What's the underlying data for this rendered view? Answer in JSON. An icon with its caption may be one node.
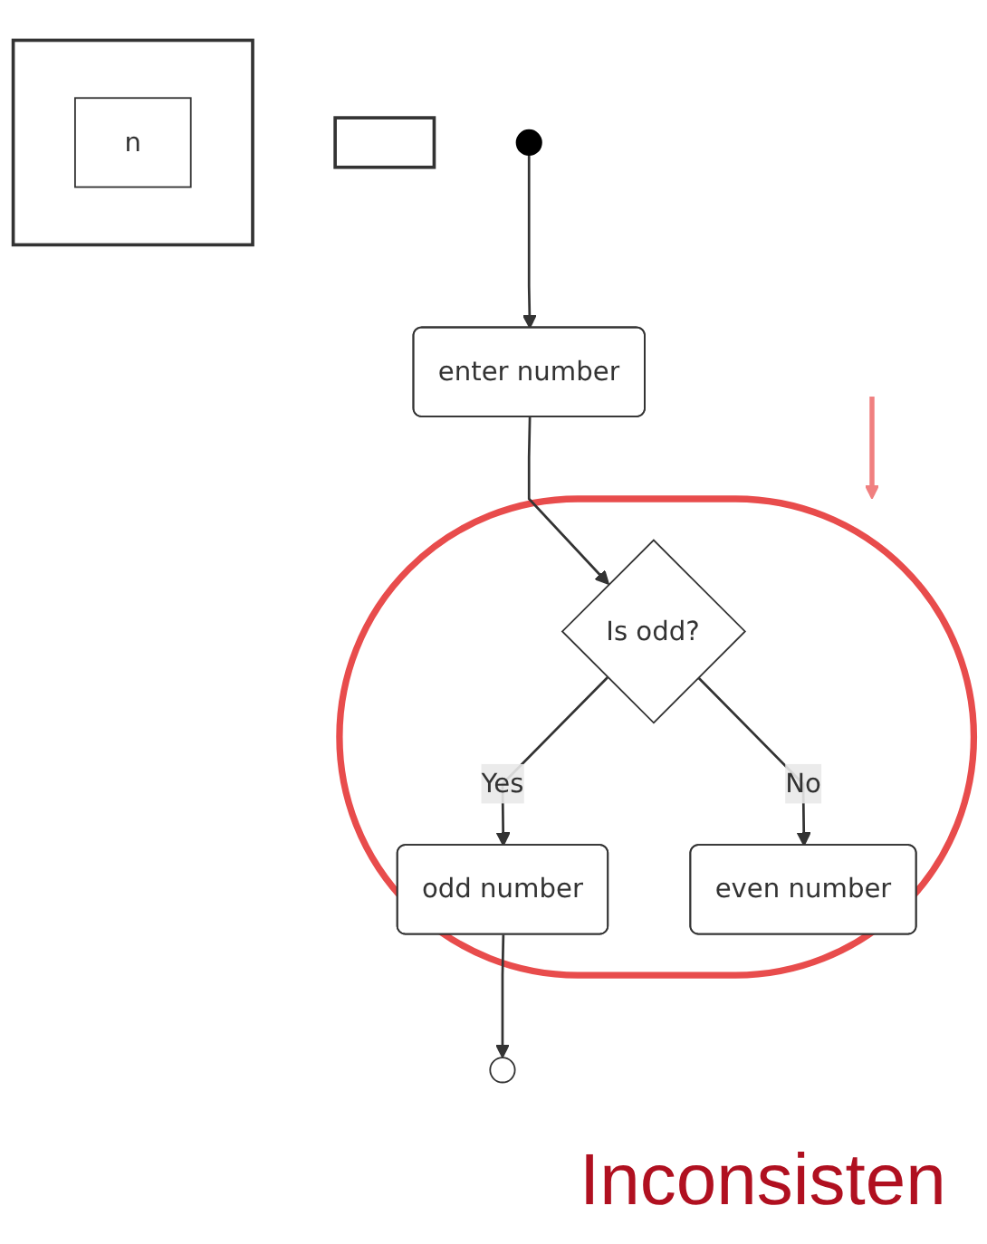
{
  "diagram": {
    "nodes": [
      {
        "text": [],
        "shape": "box"
      },
      {
        "text": [],
        "shape": "circle"
      },
      {
        "text": [],
        "shape": "box"
      },
      {
        "text": [
          "n"
        ],
        "in": 2
      },
      {
        "text": [
          "enter number"
        ]
      },
      {
        "text": [],
        "shape": "ellipse"
      },
      {
        "text": [
          "Is odd?"
        ],
        "in": 5
      },
      {
        "text": [
          "odd number"
        ],
        "in": 5
      },
      {
        "text": [
          "even number"
        ],
        "in": 5
      },
      {
        "text": [],
        "shape": "circle"
      }
    ],
    "edges": [
      {
        "from": 1,
        "to": 4,
        "arrow": "to"
      },
      {
        "from": 4,
        "to": 6,
        "arrow": "to"
      },
      {
        "from": 6,
        "to": 7,
        "arrow": "to",
        "label": "Yes"
      },
      {
        "from": 6,
        "to": 8,
        "arrow": "to",
        "label": "No"
      },
      {
        "from": 7,
        "to": 9,
        "arrow": "to"
      },
      {
        "from": null,
        "to": 5,
        "arrow": "to",
        "color": "#f08080"
      }
    ],
    "labels": [
      "Inconsisten"
    ]
  }
}
